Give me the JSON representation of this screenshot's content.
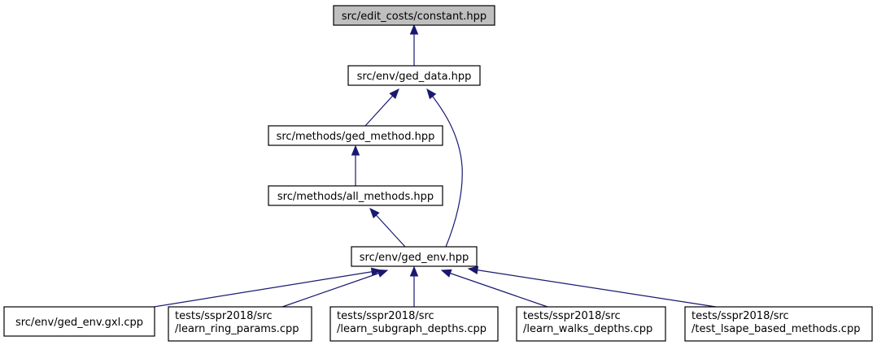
{
  "colors": {
    "edge": "#191970",
    "highlight_fill": "#bfbfbf",
    "node_fill": "#ffffff",
    "node_border": "#000000"
  },
  "nodes": [
    {
      "id": "constant",
      "lines": [
        "src/edit_costs/constant.hpp"
      ],
      "highlighted": true
    },
    {
      "id": "ged_data",
      "lines": [
        "src/env/ged_data.hpp"
      ]
    },
    {
      "id": "ged_method",
      "lines": [
        "src/methods/ged_method.hpp"
      ]
    },
    {
      "id": "all_methods",
      "lines": [
        "src/methods/all_methods.hpp"
      ]
    },
    {
      "id": "ged_env",
      "lines": [
        "src/env/ged_env.hpp"
      ]
    },
    {
      "id": "ged_env_gxl",
      "lines": [
        "src/env/ged_env.gxl.cpp"
      ]
    },
    {
      "id": "learn_ring_params",
      "lines": [
        "tests/sspr2018/src",
        "/learn_ring_params.cpp"
      ]
    },
    {
      "id": "learn_subgraph_depths",
      "lines": [
        "tests/sspr2018/src",
        "/learn_subgraph_depths.cpp"
      ]
    },
    {
      "id": "learn_walks_depths",
      "lines": [
        "tests/sspr2018/src",
        "/learn_walks_depths.cpp"
      ]
    },
    {
      "id": "test_lsape",
      "lines": [
        "tests/sspr2018/src",
        "/test_lsape_based_methods.cpp"
      ]
    }
  ],
  "edges": [
    {
      "from": "ged_data",
      "to": "constant"
    },
    {
      "from": "ged_method",
      "to": "ged_data"
    },
    {
      "from": "ged_env",
      "to": "ged_data"
    },
    {
      "from": "all_methods",
      "to": "ged_method"
    },
    {
      "from": "ged_env",
      "to": "all_methods"
    },
    {
      "from": "ged_env_gxl",
      "to": "ged_env"
    },
    {
      "from": "learn_ring_params",
      "to": "ged_env"
    },
    {
      "from": "learn_subgraph_depths",
      "to": "ged_env"
    },
    {
      "from": "learn_walks_depths",
      "to": "ged_env"
    },
    {
      "from": "test_lsape",
      "to": "ged_env"
    }
  ]
}
